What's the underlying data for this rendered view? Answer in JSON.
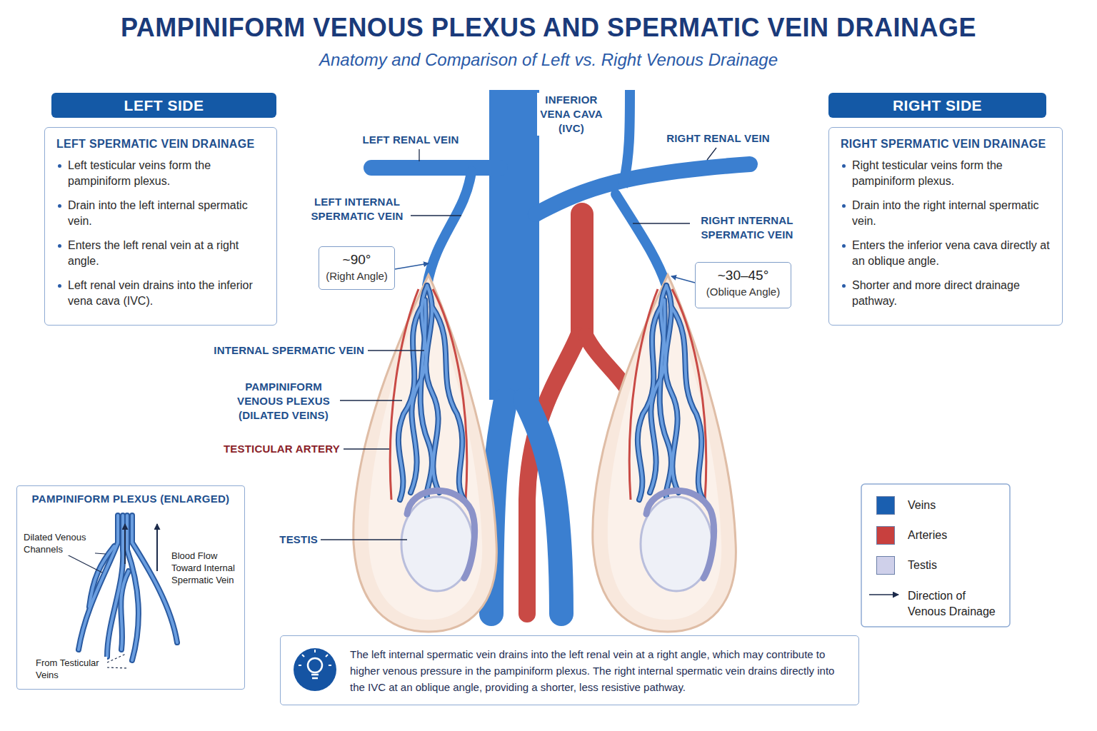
{
  "diagram": {
    "title": "PAMPINIFORM VENOUS PLEXUS AND SPERMATIC VEIN DRAINAGE",
    "nodes": [
      {
        "text": [
          "LEFT SIDE"
        ]
      },
      {
        "text": [
          "LEFT SPERMATIC VEIN DRAINAGE",
          "Left testicular veins form the pampiniform plexus.",
          "Drain into the left internal spermatic vein.",
          "Enters the left renal vein at a right angle.",
          "Left renal vein drains into the inferior vena cava (IVC)."
        ]
      },
      {
        "text": [
          "RIGHT SIDE"
        ]
      },
      {
        "text": [
          "RIGHT SPERMATIC VEIN DRAINAGE",
          "Right testicular veins form the pampiniform plexus.",
          "Drain into the right internal spermatic vein.",
          "Enters the inferior vena cava directly at an oblique angle.",
          "Shorter and more direct drainage pathway."
        ]
      },
      {
        "text": [
          "~90°",
          "(Right Angle)"
        ]
      },
      {
        "text": [
          "~30–45°",
          "(Oblique Angle)"
        ]
      },
      {
        "text": [
          "PAMPINIFORM PLEXUS (ENLARGED)"
        ]
      },
      {
        "text": [
          "The left internal spermatic vein drains into the left renal vein at a right angle, which may contribute to higher venous pressure in the pampiniform plexus. The right internal spermatic vein drains directly into the IVC at an oblique angle, providing a shorter, less resistive pathway."
        ]
      }
    ],
    "labels": [
      "Anatomy and Comparison of Left vs. Right Venous Drainage",
      "INFERIOR VENA CAVA (IVC)",
      "LEFT RENAL VEIN",
      "RIGHT RENAL VEIN",
      "LEFT INTERNAL SPERMATIC VEIN",
      "RIGHT INTERNAL SPERMATIC VEIN",
      "INTERNAL SPERMATIC VEIN",
      "PAMPINIFORM VENOUS PLEXUS (DILATED VEINS)",
      "TESTICULAR ARTERY",
      "TESTIS",
      "Dilated Venous Channels",
      "Blood Flow Toward Internal Spermatic Vein",
      "From Testicular Veins"
    ],
    "legend": [
      {
        "text": "Veins",
        "color": "#1a5fb0"
      },
      {
        "text": "Arteries",
        "color": "#c8403e"
      },
      {
        "text": "Testis",
        "color": "#cfd0ea"
      },
      {
        "text": "Direction of Venous Drainage"
      }
    ]
  }
}
